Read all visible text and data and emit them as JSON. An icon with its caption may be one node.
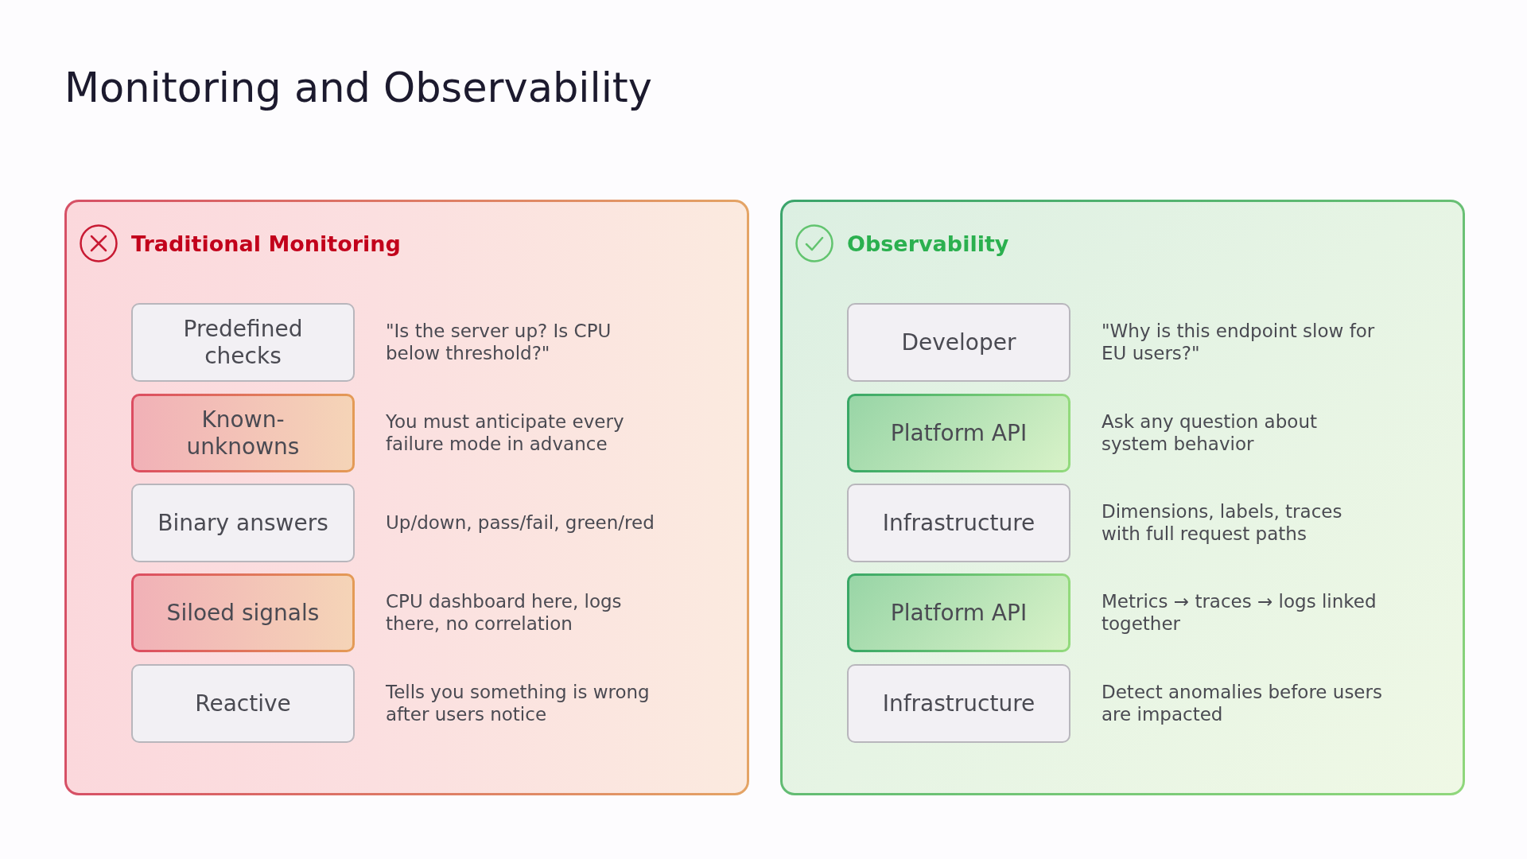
{
  "diagram": {
    "title": "Monitoring and Observability",
    "nodes": [
      {
        "text": [
          "Traditional Monitoring"
        ]
      },
      {
        "text": [
          "Predefined checks"
        ],
        "in": 0,
        "beside": [
          "\"Is the server up? Is CPU below threshold?\""
        ]
      },
      {
        "text": [
          "Known-unknowns"
        ],
        "in": 0,
        "beside": [
          "You must anticipate every failure mode in advance"
        ]
      },
      {
        "text": [
          "Binary answers"
        ],
        "in": 0,
        "beside": [
          "Up/down, pass/fail, green/red"
        ]
      },
      {
        "text": [
          "Siloed signals"
        ],
        "in": 0,
        "beside": [
          "CPU dashboard here, logs there, no correlation"
        ]
      },
      {
        "text": [
          "Reactive"
        ],
        "in": 0,
        "beside": [
          "Tells you something is wrong after users notice"
        ]
      },
      {
        "text": [
          "Observability"
        ]
      },
      {
        "text": [
          "Developer"
        ],
        "in": 6,
        "beside": [
          "\"Why is this endpoint slow for EU users?\""
        ]
      },
      {
        "text": [
          "Platform API"
        ],
        "in": 6,
        "beside": [
          "Ask any question about system behavior"
        ]
      },
      {
        "text": [
          "Infrastructure"
        ],
        "in": 6,
        "beside": [
          "Dimensions, labels, traces with full request paths"
        ]
      },
      {
        "text": [
          "Platform API"
        ],
        "in": 6,
        "beside": [
          "Metrics → traces → logs linked together"
        ]
      },
      {
        "text": [
          "Infrastructure"
        ],
        "in": 6,
        "beside": [
          "Detect anomalies before users are impacted"
        ]
      }
    ]
  }
}
